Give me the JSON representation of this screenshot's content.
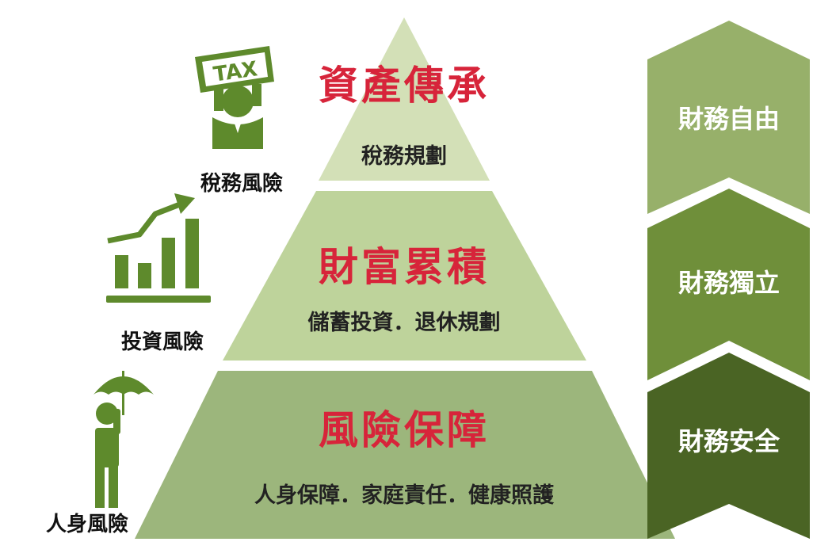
{
  "pyramid": {
    "top": {
      "title": "資產傳承",
      "subtitle": "稅務規劃"
    },
    "middle": {
      "title": "財富累積",
      "subtitle": "儲蓄投資．退休規劃"
    },
    "bottom": {
      "title": "風險保障",
      "subtitle": "人身保障．家庭責任．健康照護"
    }
  },
  "risks": {
    "tax": {
      "label": "稅務風險",
      "sign": "TAX",
      "icon": "tax-sign-person-icon"
    },
    "investment": {
      "label": "投資風險",
      "icon": "growth-bar-chart-icon"
    },
    "personal": {
      "label": "人身風險",
      "icon": "umbrella-person-icon"
    }
  },
  "stages": [
    "財務自由",
    "財務獨立",
    "財務安全"
  ],
  "colors": {
    "title_red": "#d7243a",
    "tier_top": "#d3e0b7",
    "tier_middle": "#bed39b",
    "tier_bottom": "#9cb67c",
    "chevron_top": "#97b06a",
    "chevron_middle": "#6f8f3a",
    "chevron_bottom": "#4a6424",
    "icon_green": "#5e8a2c"
  }
}
